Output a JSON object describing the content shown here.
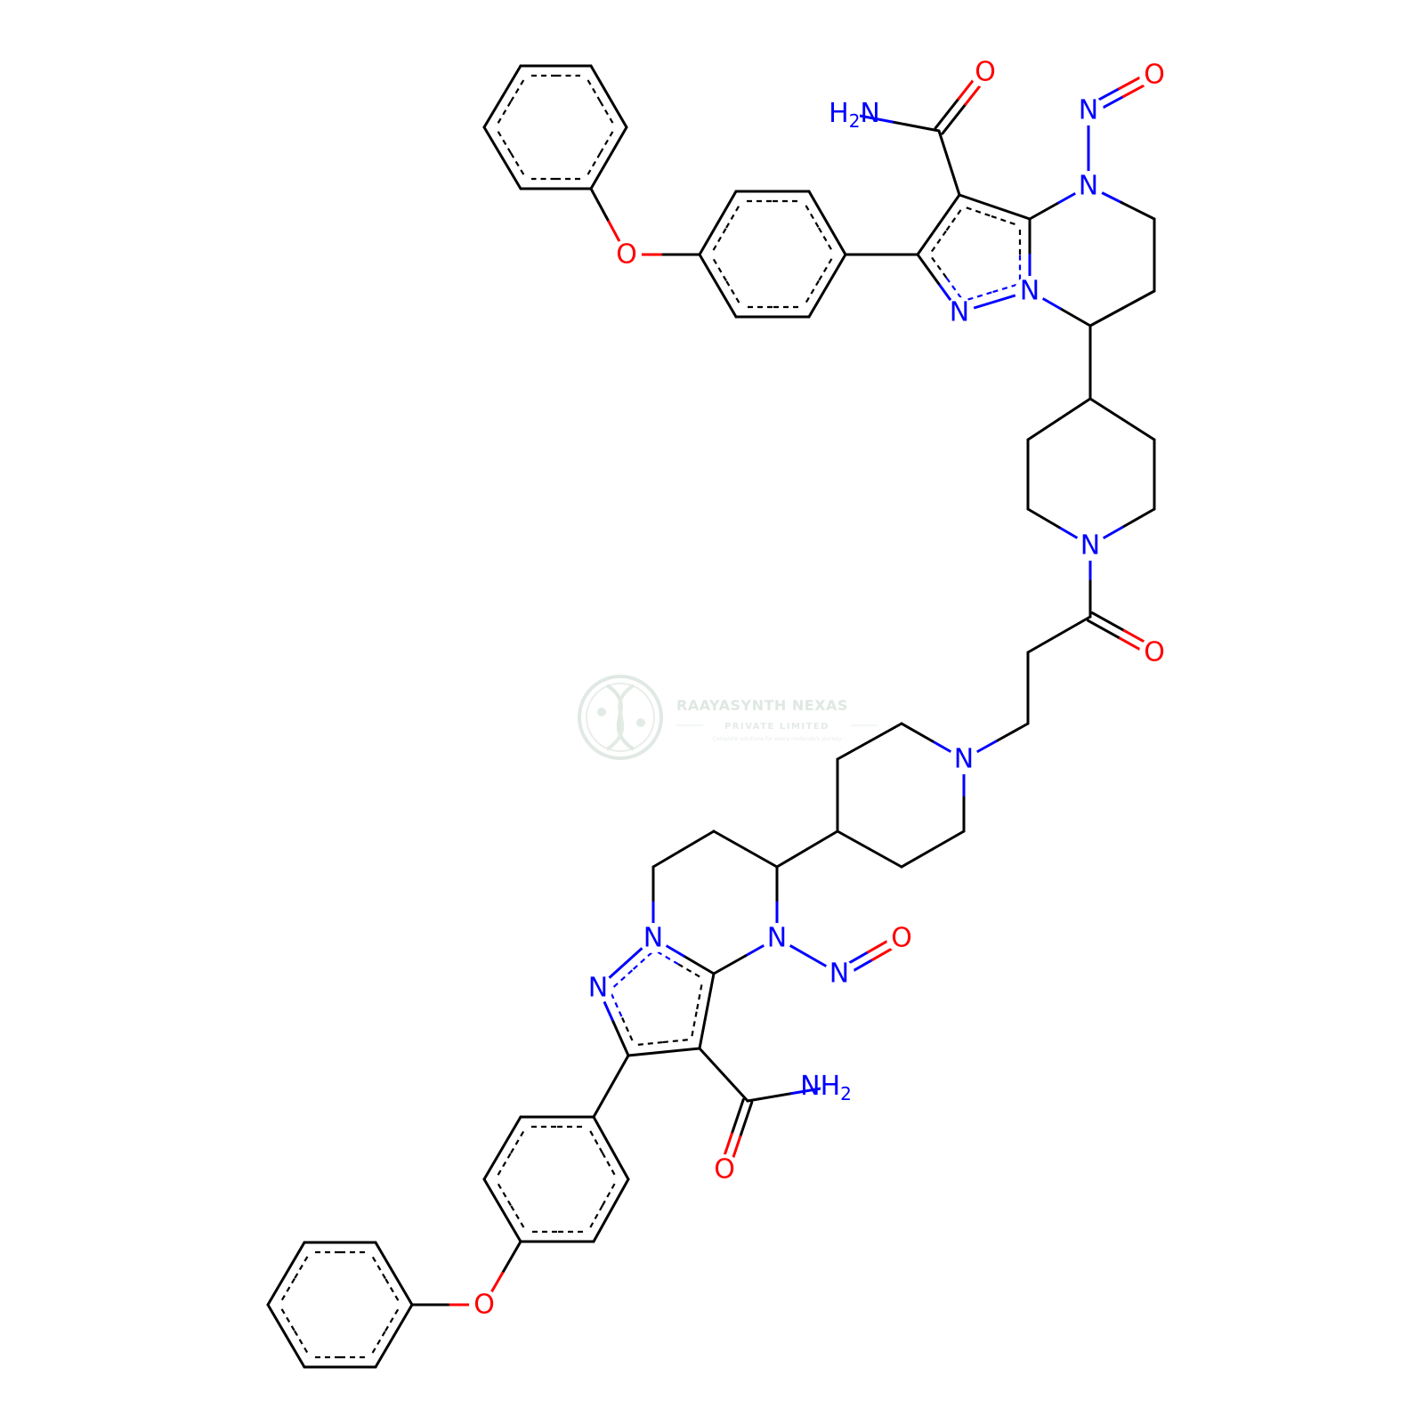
{
  "colors": {
    "carbon": "#000000",
    "nitrogen": "#0000ff",
    "oxygen": "#ff0000",
    "watermark": "#dde7e0"
  },
  "labels": {
    "n": "N",
    "o": "O",
    "h": "H",
    "subscript_2": "2"
  },
  "watermark": {
    "company": "RAAYASYNTH NEXAS",
    "subtitle": "PRIVATE LIMITED",
    "tagline": "Complete solutions for every molecule's journey"
  }
}
